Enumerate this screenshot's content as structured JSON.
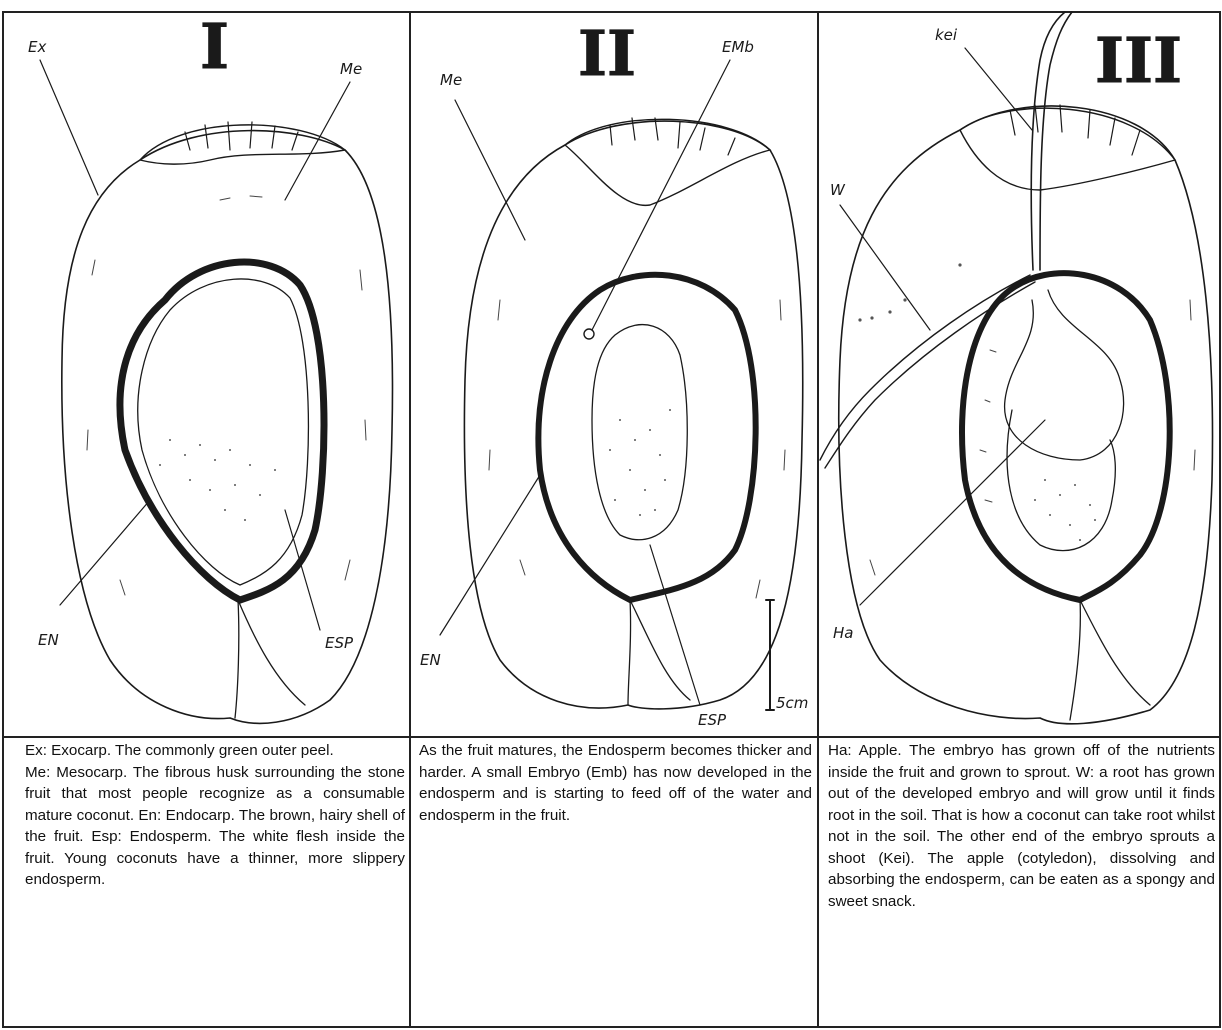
{
  "panels": [
    {
      "numeral": "I",
      "labels": {
        "ex": "Ex",
        "me": "Me",
        "en": "EN",
        "esp": "ESP"
      },
      "caption": [
        "Ex: Exocarp. The commonly green outer peel.",
        "Me: Mesocarp. The fibrous husk surrounding the stone fruit that most people recognize as a consumable mature coconut. En: Endocarp. The brown, hairy shell of the fruit. Esp: Endosperm. The white flesh inside the fruit. Young coconuts have a thinner, more slippery endosperm."
      ]
    },
    {
      "numeral": "II",
      "labels": {
        "me": "Me",
        "emb": "EMb",
        "en": "EN",
        "esp": "ESP",
        "scale": "5cm"
      },
      "caption": [
        "As the fruit matures, the Endosperm becomes thicker and harder. A small Embryo (Emb) has now developed in the endosperm and is starting to feed off of the water and endosperm in the fruit."
      ]
    },
    {
      "numeral": "III",
      "labels": {
        "kei": "kei",
        "w": "W",
        "ha": "Ha"
      },
      "caption": [
        "Ha: Apple. The embryo has grown off of the nutrients inside the fruit and grown to sprout. W: a root has grown out of the developed embryo and will grow until it finds root in the soil. That is how a coconut can take root whilst not in the soil. The other end of the embryo sprouts a shoot (Kei). The apple (cotyledon), dissolving and absorbing the endosperm, can be eaten as a spongy and sweet snack."
      ]
    }
  ]
}
